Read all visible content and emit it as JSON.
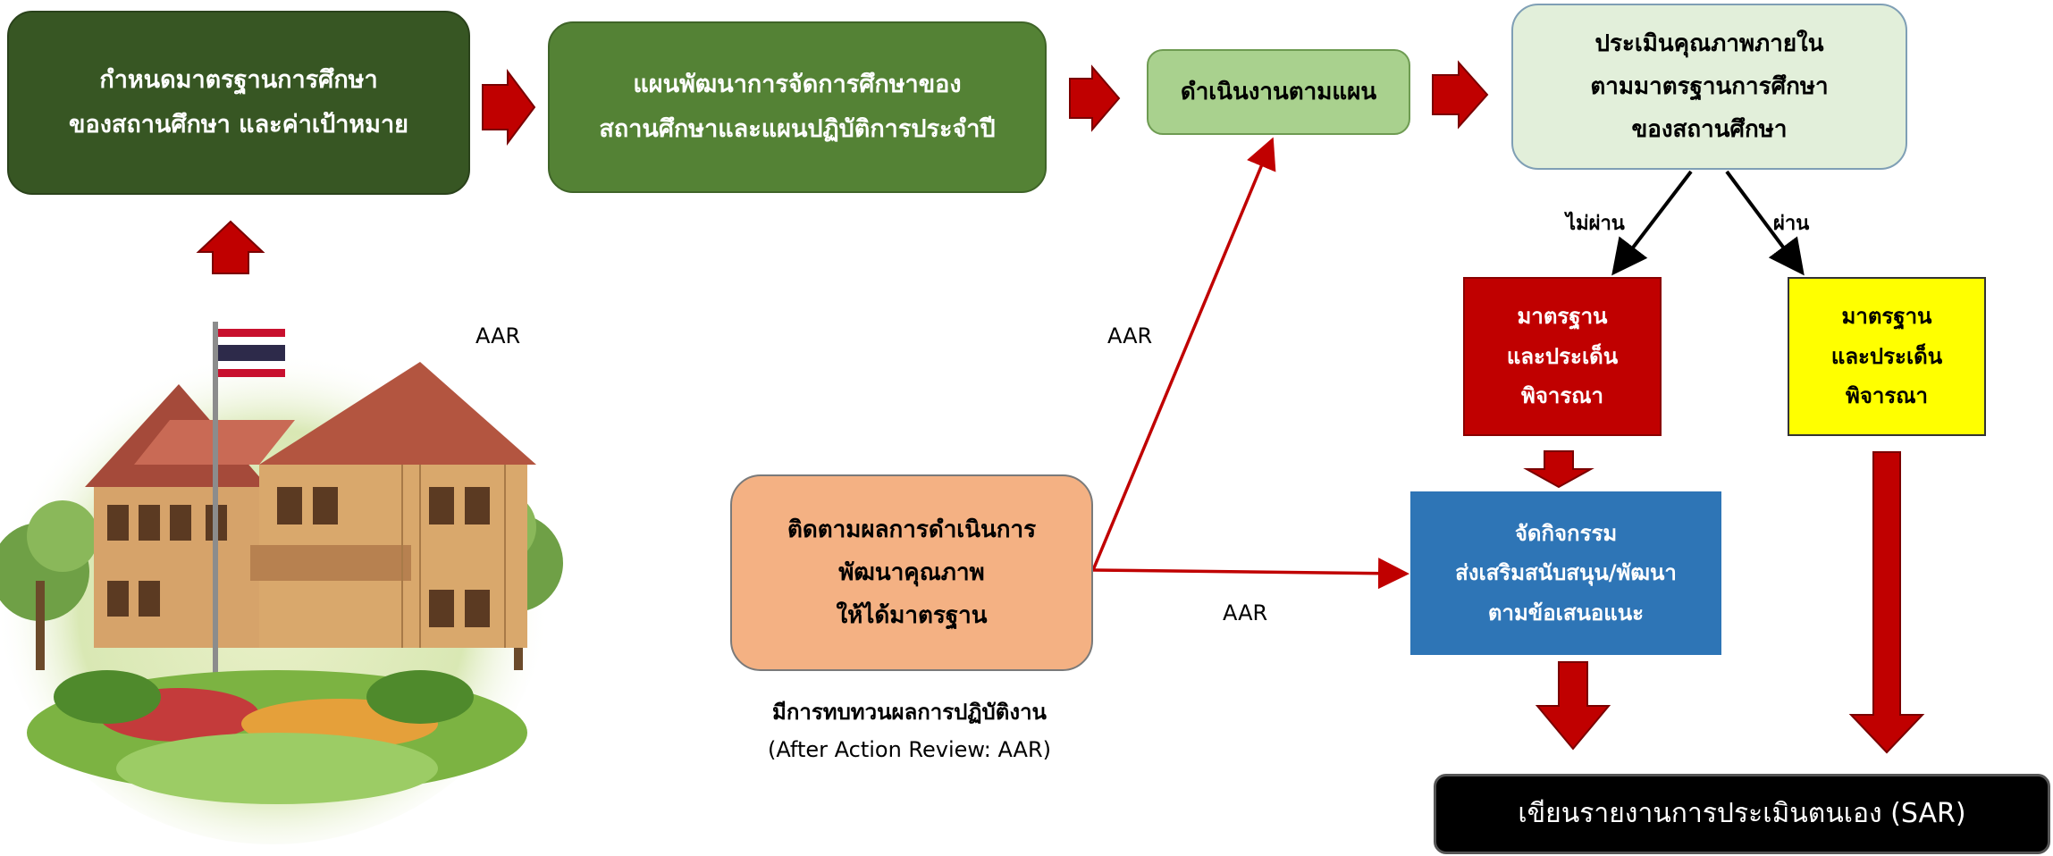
{
  "steps": {
    "set_standards": [
      "กำหนดมาตรฐานการศึกษา",
      "ของสถานศึกษา และค่าเป้าหมาย"
    ],
    "development_plan": [
      "แผนพัฒนาการจัดการศึกษาของ",
      "สถานศึกษาและแผนปฏิบัติการประจำปี"
    ],
    "implement": "ดำเนินงานตามแผน",
    "internal_assessment": [
      "ประเมินคุณภาพภายใน",
      "ตามมาตรฐานการศึกษา",
      "ของสถานศึกษา"
    ],
    "fail_standards": [
      "มาตรฐาน",
      "และประเด็น",
      "พิจารณา"
    ],
    "pass_standards": [
      "มาตรฐาน",
      "และประเด็น",
      "พิจารณา"
    ],
    "activities": [
      "จัดกิจกรรม",
      "ส่งเสริมสนับสนุน/พัฒนา",
      "ตามข้อเสนอแนะ"
    ],
    "monitoring": [
      "ติดตามผลการดำเนินการ",
      "พัฒนาคุณภาพ",
      "ให้ได้มาตรฐาน"
    ],
    "write_sar": "เขียนรายงานการประเมินตนเอง (SAR)"
  },
  "labels": {
    "fail": "ไม่ผ่าน",
    "pass": "ผ่าน",
    "aar_school": "AAR",
    "aar_implement": "AAR",
    "aar_activity": "AAR"
  },
  "aar_review": {
    "thai": "มีการทบทวนผลการปฏิบัติงาน",
    "english": "(After Action Review: AAR)"
  },
  "colors": {
    "dark_green": "#375623",
    "mid_green": "#548235",
    "light_green": "#a9d18e",
    "pale_green": "#e2efda",
    "red": "#c00000",
    "yellow": "#ffff00",
    "blue": "#2e75b6",
    "orange": "#f4b183",
    "black": "#000000"
  },
  "icons": {
    "school": "school-building-illustration",
    "flag": "thai-flag-icon"
  }
}
